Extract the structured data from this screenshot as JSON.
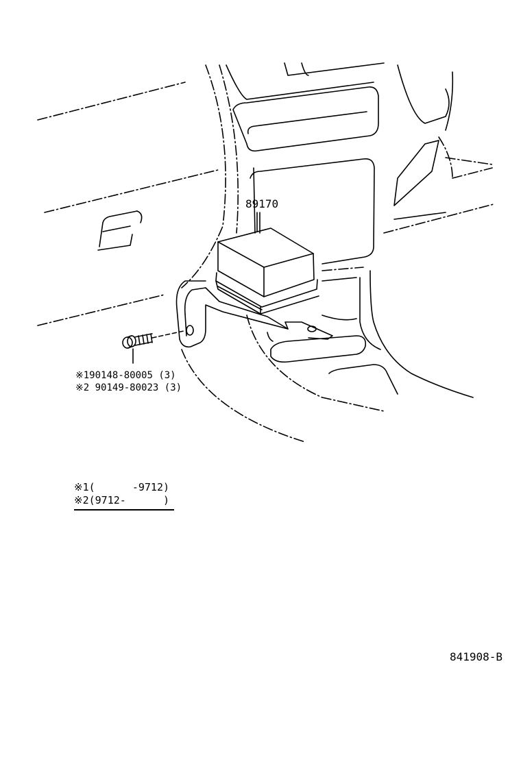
{
  "diagram": {
    "part_number": "89170",
    "bolts": [
      {
        "mark": "※1",
        "part": "90148-80005",
        "qty": "(3)"
      },
      {
        "mark": "※2",
        "part": "90149-80023",
        "qty": "(3)"
      }
    ],
    "legend": [
      {
        "mark": "※1",
        "range": "(      -9712)"
      },
      {
        "mark": "※2",
        "range": "(9712-      )"
      }
    ],
    "reference_code": "841908-B"
  }
}
